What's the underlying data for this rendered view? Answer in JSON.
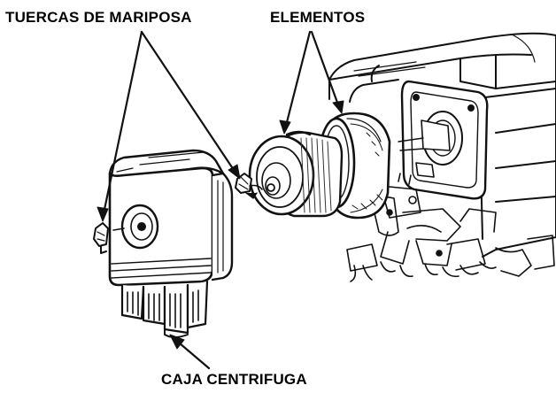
{
  "labels": {
    "wing_nuts": "TUERCAS DE MARIPOSA",
    "elements": "ELEMENTOS",
    "case": "CAJA CENTRIFUGA"
  },
  "colors": {
    "ink": "#111111",
    "paper": "#ffffff",
    "shade": "#d9d9d9"
  }
}
